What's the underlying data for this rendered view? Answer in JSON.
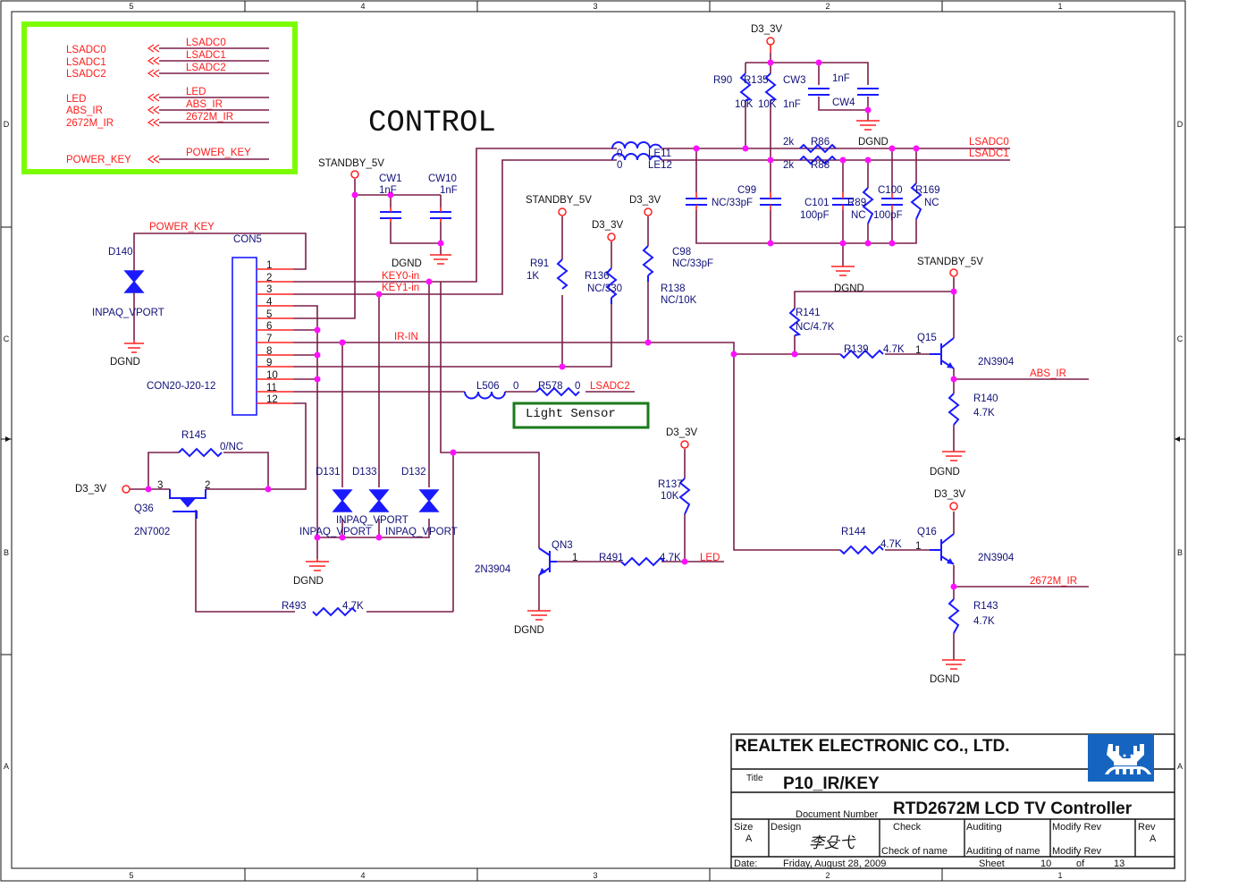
{
  "sheet": {
    "zone_columns": [
      "5",
      "4",
      "3",
      "2",
      "1"
    ],
    "zone_rows": [
      "D",
      "C",
      "B",
      "A"
    ],
    "section_title": "CONTROL",
    "light_sensor_label": "Light Sensor"
  },
  "offpage_box": {
    "entries": [
      {
        "left": "LSADC0",
        "right": "LSADC0"
      },
      {
        "left": "LSADC1",
        "right": "LSADC1"
      },
      {
        "left": "LSADC2",
        "right": "LSADC2"
      },
      {
        "left": "LED",
        "right": "LED"
      },
      {
        "left": "ABS_IR",
        "right": "ABS_IR"
      },
      {
        "left": "2672M_IR",
        "right": "2672M_IR"
      },
      {
        "left": "POWER_KEY",
        "right": "POWER_KEY"
      }
    ],
    "border_color": "#7cfc00"
  },
  "nets": {
    "standby_5v": "STANDBY_5V",
    "d3_3v": "D3_3V",
    "dgnd": "DGND",
    "key0": "KEY0-in",
    "key1": "KEY1-in",
    "ir_in": "IR-IN",
    "power_key": "POWER_KEY",
    "lsadc0": "LSADC0",
    "lsadc1": "LSADC1",
    "lsadc2": "LSADC2",
    "led": "LED",
    "abs_ir": "ABS_IR",
    "ir_2672m": "2672M_IR"
  },
  "connector": {
    "ref": "CON5",
    "part": "CON20-J20-12",
    "pins": [
      "1",
      "2",
      "3",
      "4",
      "5",
      "6",
      "7",
      "8",
      "9",
      "10",
      "11",
      "12"
    ]
  },
  "components": {
    "D140": {
      "ref": "D140",
      "value": "INPAQ_VPORT"
    },
    "D131": {
      "ref": "D131",
      "value": "INPAQ_VPORT"
    },
    "D133": {
      "ref": "D133",
      "value": "INPAQ_VPORT"
    },
    "D132": {
      "ref": "D132",
      "value": "INPAQ_VPORT"
    },
    "CW1": {
      "ref": "CW1",
      "value": "1nF"
    },
    "CW10": {
      "ref": "CW10",
      "value": "1nF"
    },
    "CW3": {
      "ref": "CW3",
      "value": "1nF"
    },
    "CW4": {
      "ref": "CW4",
      "value": "1nF"
    },
    "LE11": {
      "ref": "LE11",
      "value": "0"
    },
    "LE12": {
      "ref": "LE12",
      "value": "0"
    },
    "R90": {
      "ref": "R90",
      "value": "10K"
    },
    "R135": {
      "ref": "R135",
      "value": "10K"
    },
    "R86": {
      "ref": "R86",
      "value": "2k"
    },
    "R88": {
      "ref": "R88",
      "value": "2k"
    },
    "C98": {
      "ref": "C98",
      "value": "NC/33pF"
    },
    "C99": {
      "ref": "C99",
      "value": "NC/33pF"
    },
    "C101": {
      "ref": "C101",
      "value": "100pF"
    },
    "R89": {
      "ref": "R89",
      "value": "NC"
    },
    "C100": {
      "ref": "C100",
      "value": "100pF"
    },
    "R169": {
      "ref": "R169",
      "value": "NC"
    },
    "R91": {
      "ref": "R91",
      "value": "1K"
    },
    "R136": {
      "ref": "R136",
      "value": "NC/330"
    },
    "R138": {
      "ref": "R138",
      "value": "NC/10K"
    },
    "R141": {
      "ref": "R141",
      "value": "NC/4.7K"
    },
    "R139": {
      "ref": "R139",
      "value": "4.7K"
    },
    "Q15": {
      "ref": "Q15",
      "value": "2N3904"
    },
    "R140": {
      "ref": "R140",
      "value": "4.7K"
    },
    "L506": {
      "ref": "L506",
      "value": "0"
    },
    "R578": {
      "ref": "R578",
      "value": "0"
    },
    "R145": {
      "ref": "R145",
      "value": "0/NC"
    },
    "Q36": {
      "ref": "Q36",
      "value": "2N7002"
    },
    "R493": {
      "ref": "R493",
      "value": "4.7K"
    },
    "QN3": {
      "ref": "QN3",
      "value": "2N3904"
    },
    "R491": {
      "ref": "R491",
      "value": "4.7K"
    },
    "R137": {
      "ref": "R137",
      "value": "10K"
    },
    "R144": {
      "ref": "R144",
      "value": "4.7K"
    },
    "Q16": {
      "ref": "Q16",
      "value": "2N3904"
    },
    "R143": {
      "ref": "R143",
      "value": "4.7K"
    }
  },
  "pins": {
    "p1": "1",
    "p2": "2",
    "p3": "3"
  },
  "title_block": {
    "company": "REALTEK  ELECTRONIC  CO.,  LTD.",
    "title_label": "Title",
    "title": "P10_IR/KEY",
    "docnum_label": "Document Number",
    "docnum": "RTD2672M LCD TV Controller",
    "size_label": "Size",
    "size": "A",
    "design_label": "Design",
    "designer": "李殳弋",
    "check_label": "Check",
    "check_name": "Check  of  name",
    "auditing_label": "Auditing",
    "auditing_name": "Auditing of name",
    "modify_label": "Modify Rev",
    "modify_name": "Modify Rev",
    "rev_label": "Rev",
    "rev": "A",
    "date_label": "Date:",
    "date": "Friday, August 28, 2009",
    "sheet_label": "Sheet",
    "sheet_num": "10",
    "of_label": "of",
    "sheet_total": "13",
    "logo_color": "#1565c0"
  }
}
